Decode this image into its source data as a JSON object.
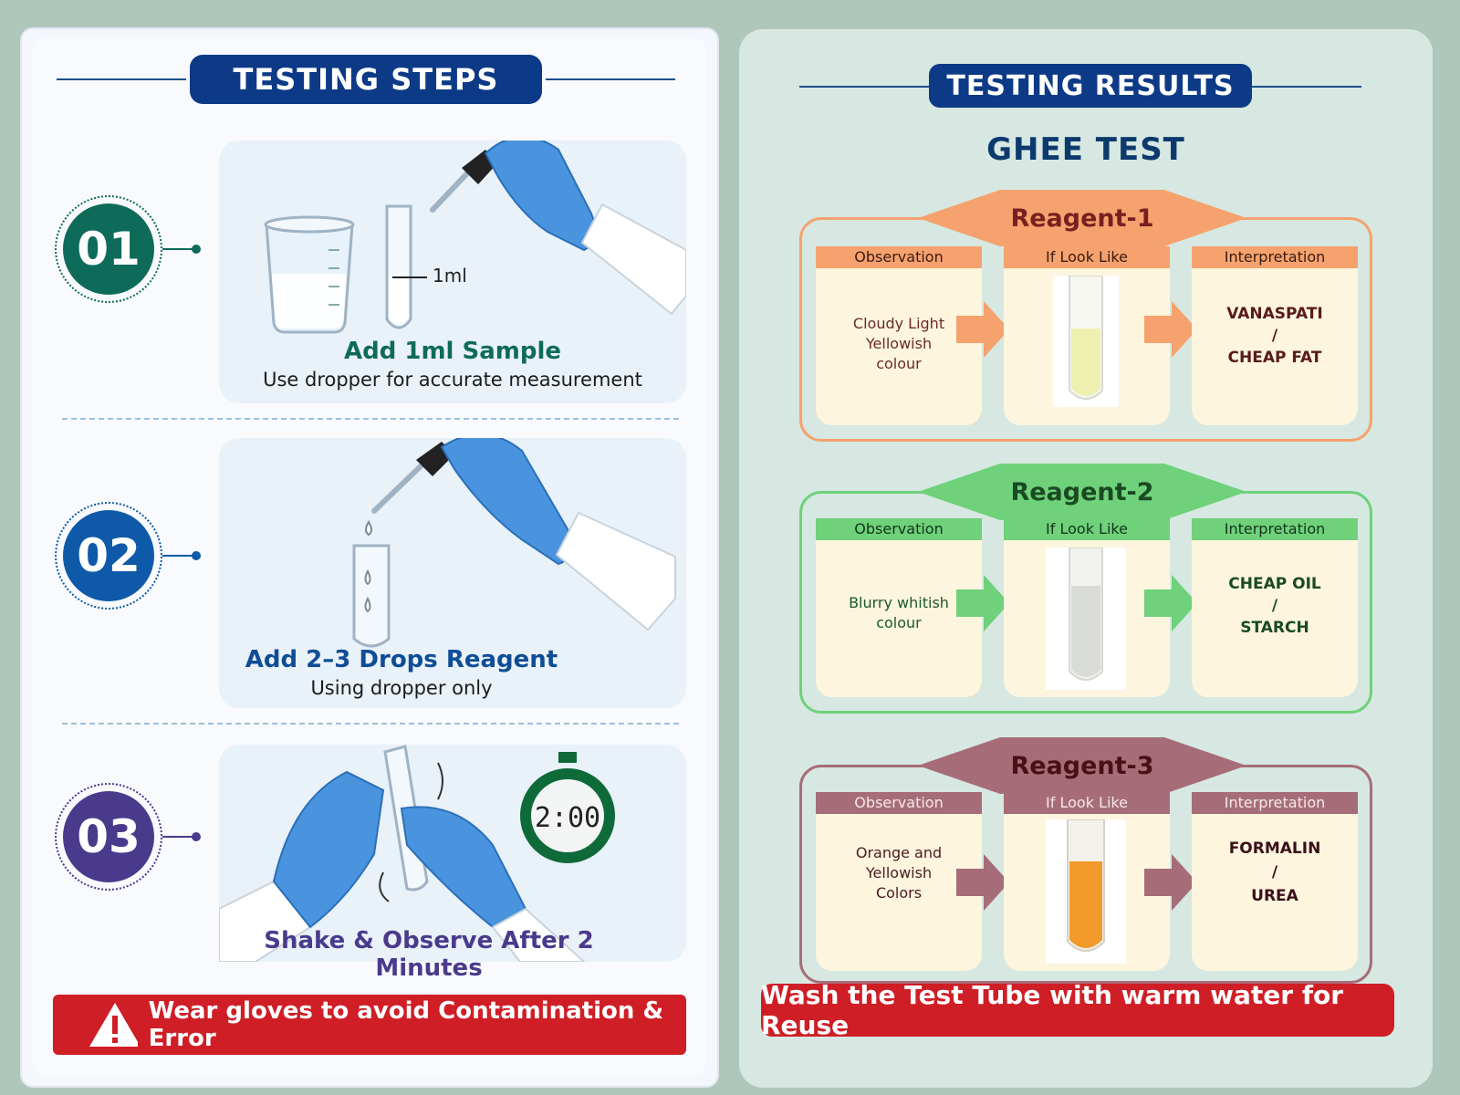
{
  "steps_panel": {
    "header": "TESTING STEPS",
    "steps": [
      {
        "number": "01",
        "title": "Add 1ml Sample",
        "subtitle": "Use dropper for accurate measurement",
        "tube_mark": "1ml",
        "color": "#0e6b5a"
      },
      {
        "number": "02",
        "title": "Add 2–3 Drops Reagent",
        "subtitle": "Using dropper only",
        "color": "#0f5aa8"
      },
      {
        "number": "03",
        "title": "Shake & Observe After 2 Minutes",
        "subtitle": "",
        "timer": "2:00",
        "color": "#4a3a8c"
      }
    ],
    "warning": "Wear gloves to avoid Contamination & Error"
  },
  "results_panel": {
    "header": "TESTING RESULTS",
    "title": "GHEE TEST",
    "reagents": [
      {
        "name": "Reagent-1",
        "observation_label": "Observation",
        "look_label": "If Look Like",
        "interp_label": "Interpretation",
        "observation": [
          "Cloudy Light",
          "Yellowish",
          "colour"
        ],
        "interpretation": [
          "VANASPATI",
          "/",
          "CHEAP FAT"
        ],
        "theme": "#f6a26e",
        "text_color": "#7a1f1f",
        "liquid": "#eef0b0"
      },
      {
        "name": "Reagent-2",
        "observation_label": "Observation",
        "look_label": "If Look Like",
        "interp_label": "Interpretation",
        "observation": [
          "Blurry whitish",
          "colour"
        ],
        "interpretation": [
          "CHEAP OIL",
          "/",
          "STARCH"
        ],
        "theme": "#6fd17a",
        "text_color": "#1a5a2a",
        "liquid": "#d9dcd6"
      },
      {
        "name": "Reagent-3",
        "observation_label": "Observation",
        "look_label": "If Look Like",
        "interp_label": "Interpretation",
        "observation": [
          "Orange and",
          "Yellowish",
          "Colors"
        ],
        "interpretation": [
          "FORMALIN",
          "/",
          "UREA"
        ],
        "theme": "#a66d78",
        "text_color": "#5a1520",
        "liquid": "#f29a2a"
      }
    ],
    "wash_note": "Wash the Test Tube with warm water for Reuse"
  }
}
